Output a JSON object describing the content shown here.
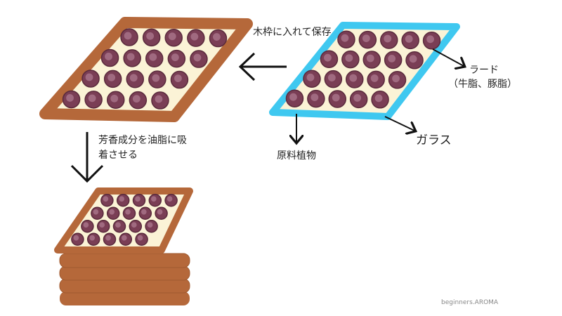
{
  "labels": {
    "store_in_frame": "木枠に入れて保存",
    "lard_line1": "ラード",
    "lard_line2": "（牛脂、豚脂）",
    "glass": "ガラス",
    "raw_plant": "原料植物",
    "adsorb_line1": "芳香成分を油脂に吸",
    "adsorb_line2": "着させる"
  },
  "watermark": "beginners.AROMA",
  "colors": {
    "wood": "#b5683a",
    "glass": "#3fc8f0",
    "lard": "#fbf3d6",
    "flower": "#7a3e55"
  }
}
